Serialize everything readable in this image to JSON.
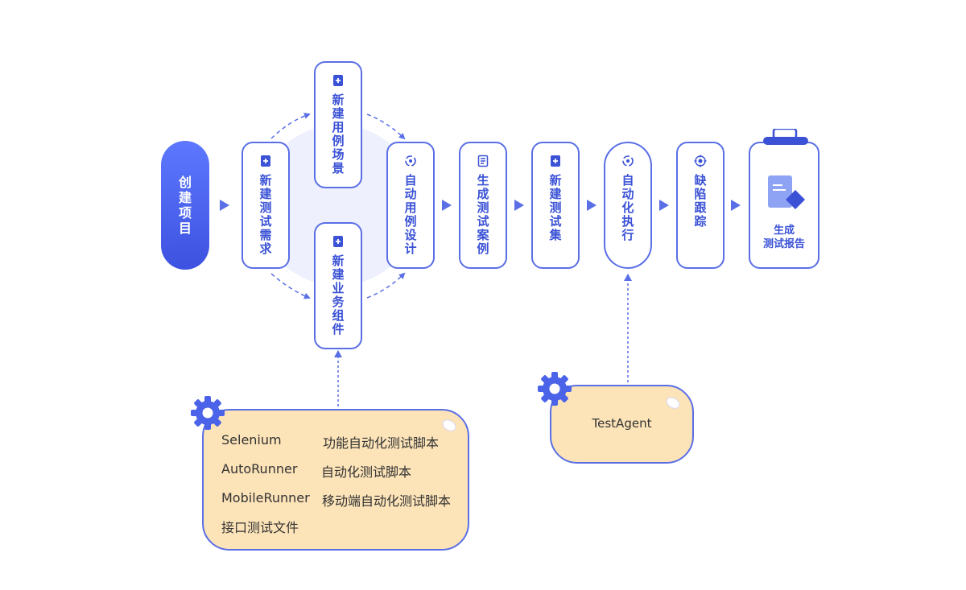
{
  "flow": {
    "start": "创建项目",
    "new_test_req": "新建测试需求",
    "new_case_scene": "新建用例场景",
    "new_biz_component": "新建业务组件",
    "auto_case_design": "自动用例设计",
    "gen_test_case": "生成测试案例",
    "new_test_set": "新建测试集",
    "auto_exec": "自动化执行",
    "defect_track": "缺陷跟踪",
    "report_line1": "生成",
    "report_line2": "测试报告"
  },
  "tools_panel": {
    "rows": [
      {
        "tool": "Selenium",
        "desc": "功能自动化测试脚本"
      },
      {
        "tool": "AutoRunner",
        "desc": "自动化测试脚本"
      },
      {
        "tool": "MobileRunner",
        "desc": "移动端自动化测试脚本"
      }
    ],
    "footer": "接口测试文件"
  },
  "agent_panel": {
    "label": "TestAgent"
  },
  "colors": {
    "primary": "#5a6fe6",
    "text_blue": "#3b52d6",
    "panel_fill": "#fce3b8",
    "halo": "#eef0fd"
  }
}
